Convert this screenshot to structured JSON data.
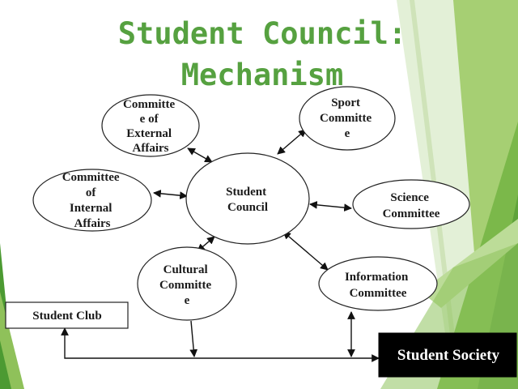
{
  "title": {
    "line1": "Student Council:",
    "line2": "Mechanism"
  },
  "nodes": {
    "center": [
      "Student",
      "Council"
    ],
    "external_affairs": [
      "Committe",
      "e of",
      "External",
      "Affairs"
    ],
    "sport": [
      "Sport",
      "Committe",
      "e"
    ],
    "internal_affairs": [
      "Committee",
      "of",
      "Internal",
      "Affairs"
    ],
    "science": [
      "Science",
      "Committee"
    ],
    "cultural": [
      "Cultural",
      "Committe",
      "e"
    ],
    "information": [
      "Information",
      "Committee"
    ],
    "student_club": [
      "Student Club"
    ],
    "student_society": [
      "Student Society"
    ]
  },
  "colors": {
    "title": "#56a140",
    "stripe_light": "#d6e9c6",
    "stripe_mid": "#92c35a",
    "stripe_dark": "#4c9a32",
    "society_bg": "#000000",
    "society_text": "#ffffff"
  }
}
